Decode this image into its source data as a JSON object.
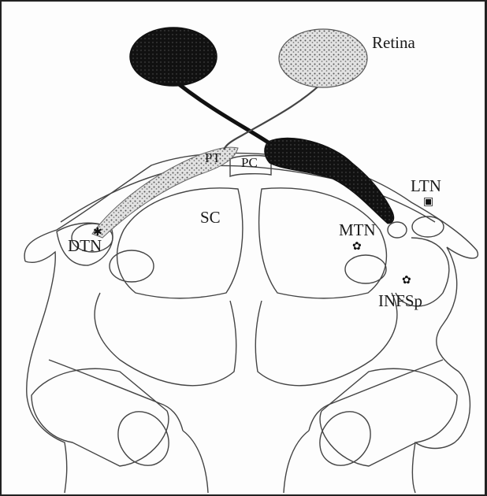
{
  "labels": {
    "retina": "Retina",
    "pt": "PT",
    "pc": "PC",
    "ltn": "LTN",
    "sc": "SC",
    "mtn": "MTN",
    "dtn": "DTN",
    "infsp": "INFSp"
  },
  "colors": {
    "ink": "#1a1a1a",
    "line": "#555555",
    "dark_fill": "#111111",
    "stipple_fill": "#b8b8b8",
    "background": "#fdfdfd"
  }
}
